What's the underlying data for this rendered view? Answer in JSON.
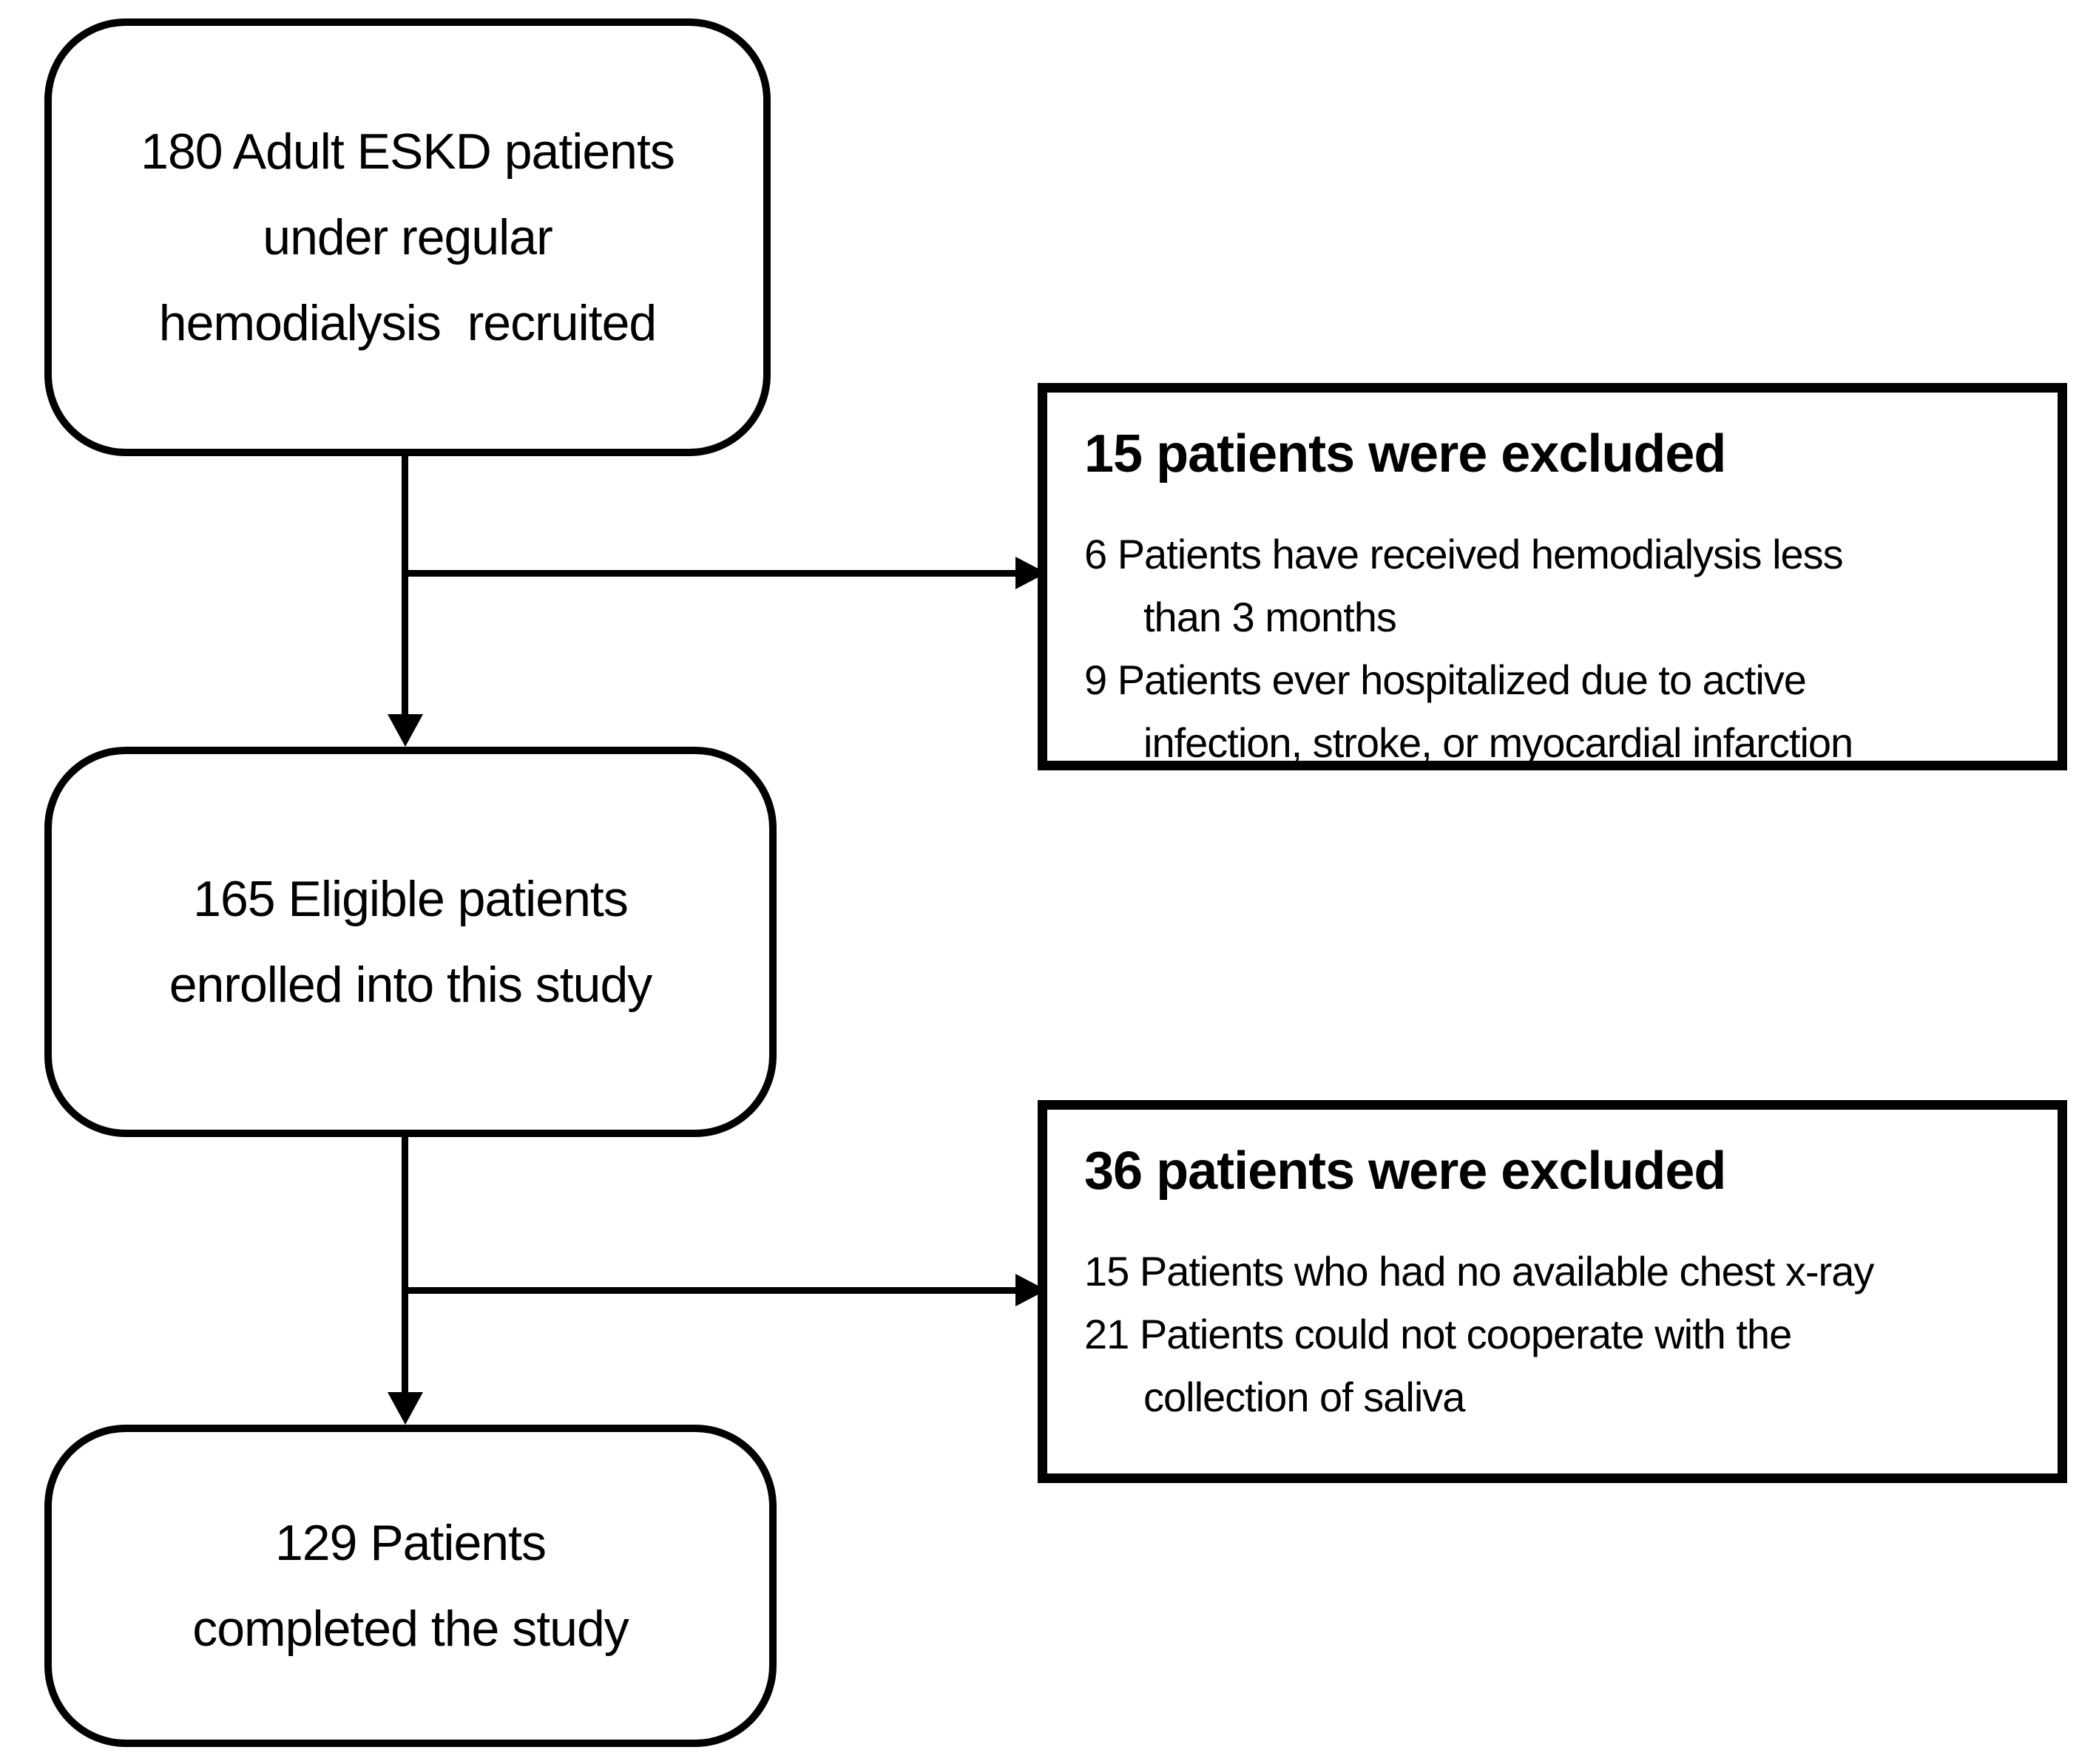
{
  "colors": {
    "ink": "#000000",
    "paper": "#ffffff"
  },
  "flow": {
    "recruited": {
      "lines": [
        "180 Adult ESKD patients",
        "under regular",
        "hemodialysis  recruited"
      ]
    },
    "eligible": {
      "lines": [
        "165 Eligible patients",
        "enrolled into this study"
      ]
    },
    "completed": {
      "lines": [
        "129 Patients",
        "completed the study"
      ]
    }
  },
  "exclusions": {
    "first": {
      "title": "15 patients were excluded",
      "items": [
        {
          "text": "6 Patients have received hemodialysis less",
          "indent": false
        },
        {
          "text": "than 3 months",
          "indent": true
        },
        {
          "text": "9 Patients ever hospitalized due to active",
          "indent": false
        },
        {
          "text": "infection, stroke, or myocardial infarction",
          "indent": true
        }
      ]
    },
    "second": {
      "title": "36 patients were excluded",
      "items": [
        {
          "text": "15 Patients who had no available chest x-ray",
          "indent": false
        },
        {
          "text": "21 Patients could not cooperate with the",
          "indent": false
        },
        {
          "text": "collection of saliva",
          "indent": true
        }
      ]
    }
  }
}
